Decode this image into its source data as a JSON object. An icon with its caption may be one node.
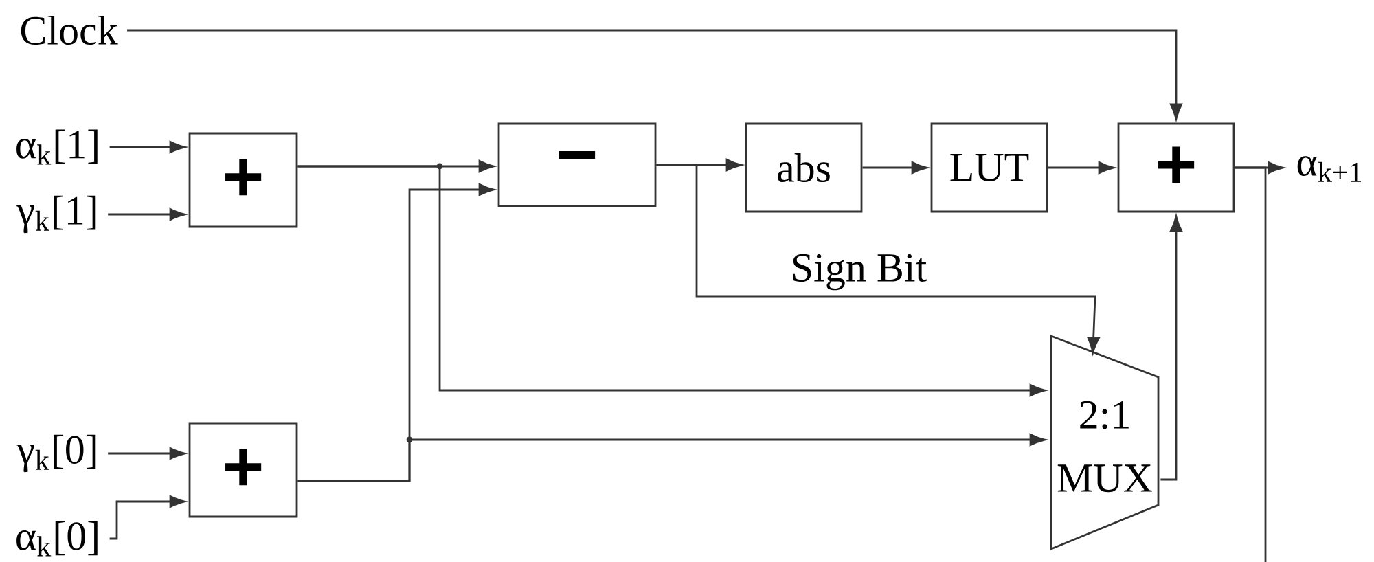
{
  "diagram": {
    "nodes": [
      {
        "text": [
          "Clock"
        ]
      },
      {
        "text": [
          "α$_{k}$[1]"
        ]
      },
      {
        "text": [
          "γ$_{k}$[1]"
        ]
      },
      {
        "text": [
          "+"
        ]
      },
      {
        "text": [
          "γ$_{k}$[0]"
        ]
      },
      {
        "text": [
          "α$_{k}$[0]"
        ]
      },
      {
        "text": [
          "+"
        ]
      },
      {
        "text": [
          "−"
        ]
      },
      {
        "text": [
          "abs"
        ]
      },
      {
        "text": [
          "LUT"
        ]
      },
      {
        "text": [
          "+"
        ]
      },
      {
        "text": [
          "α$_{k+1}$"
        ]
      },
      {
        "text": [
          "2:1 MUX"
        ]
      }
    ],
    "edges": [
      {
        "from": 0,
        "to": 10,
        "arrow": "to"
      },
      {
        "from": 1,
        "to": 3,
        "arrow": "to"
      },
      {
        "from": 2,
        "to": 3,
        "arrow": "to"
      },
      {
        "from": 4,
        "to": 6,
        "arrow": "to"
      },
      {
        "from": 5,
        "to": 6,
        "arrow": "to"
      },
      {
        "from": 3,
        "to": 7,
        "arrow": "to"
      },
      {
        "from": 3,
        "to": 12,
        "arrow": "to"
      },
      {
        "from": 6,
        "to": 7,
        "arrow": "to"
      },
      {
        "from": 6,
        "to": 12,
        "arrow": "to"
      },
      {
        "from": 7,
        "to": 8,
        "arrow": "to"
      },
      {
        "from": 7,
        "to": 12,
        "arrow": "to",
        "label": "Sign Bit"
      },
      {
        "from": 8,
        "to": 9,
        "arrow": "to"
      },
      {
        "from": 9,
        "to": 10,
        "arrow": "to"
      },
      {
        "from": 12,
        "to": 10,
        "arrow": "to"
      },
      {
        "from": 10,
        "to": 11,
        "arrow": "to"
      },
      {
        "from": 10,
        "to": null,
        "arrow": "none"
      }
    ]
  }
}
